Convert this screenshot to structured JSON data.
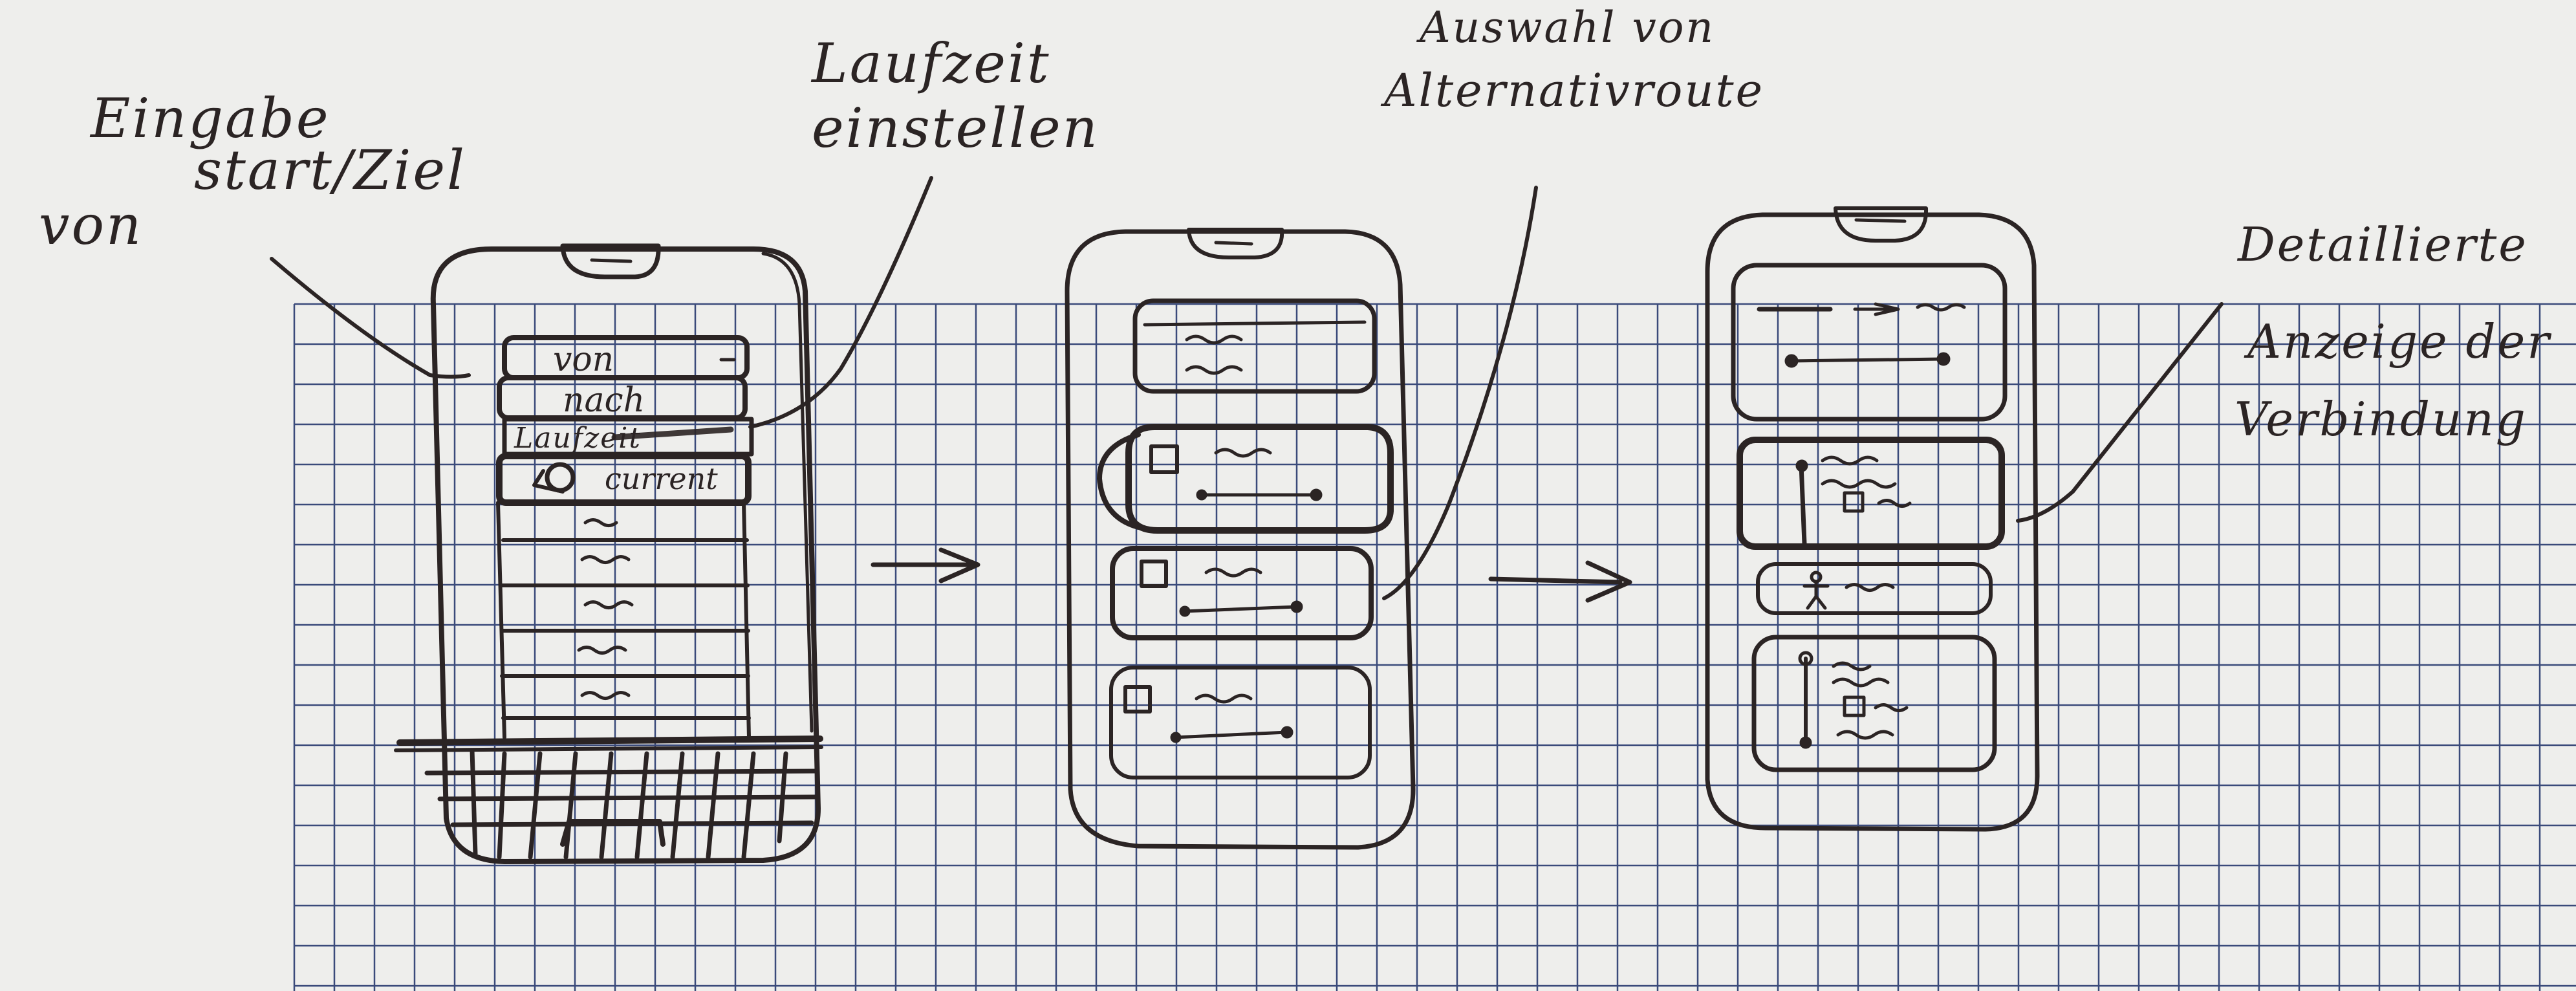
{
  "annotations": {
    "input_start_goal": {
      "line1": "Eingabe",
      "line2": "start/Ziel",
      "line3": "von"
    },
    "set_runtime": {
      "line1": "Laufzeit",
      "line2": "einstellen"
    },
    "alternative_route": {
      "line1": "Auswahl von",
      "line2": "Alternativroute"
    },
    "connection_detail": {
      "line1": "Detaillierte",
      "line2": "Anzeige der",
      "line3": "Verbindung"
    }
  },
  "phone1": {
    "from_field": "von",
    "to_field": "nach",
    "runtime_field": "Laufzeit",
    "location_field": "current"
  },
  "colors": {
    "ink": "#2b2424",
    "paper": "#eeeeec",
    "grid": "#3a4a7a"
  },
  "icons": [
    "location-pin-icon",
    "checkbox-icon",
    "walking-person-icon",
    "arrow-right-icon"
  ]
}
